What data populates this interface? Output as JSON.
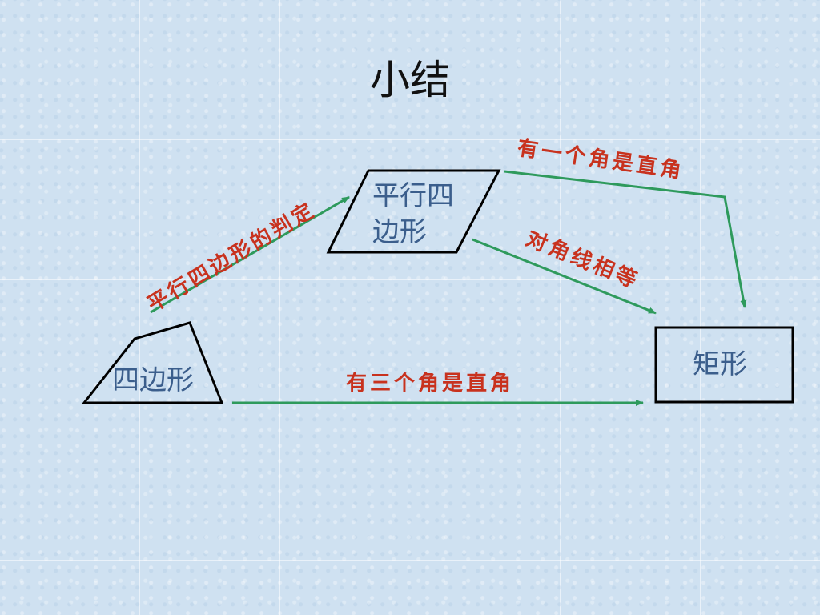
{
  "title": "小结",
  "nodes": {
    "quadrilateral": "四边形",
    "parallelogram_line1": "平行四",
    "parallelogram_line2": "边形",
    "rectangle": "矩形"
  },
  "edges": {
    "quad_to_parallelogram": "平行四边形的判定",
    "parallelogram_to_rectangle_angle": "有一个角是直角",
    "parallelogram_to_rectangle_diagonal": "对角线相等",
    "quad_to_rectangle": "有三个角是直角"
  },
  "colors": {
    "arrow": "#2e9a5c",
    "edge_text": "#c8321e",
    "node_text": "#3b5e8c",
    "shape_outline": "#000000"
  }
}
